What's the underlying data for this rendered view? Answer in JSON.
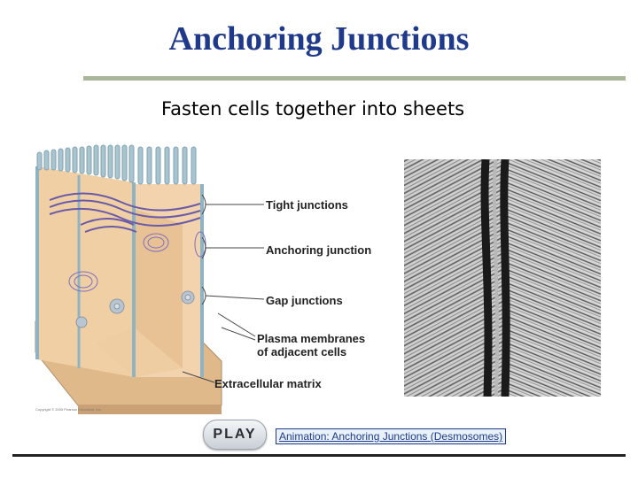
{
  "slide": {
    "title": "Anchoring Junctions",
    "subtitle": "Fasten cells together into sheets"
  },
  "figure": {
    "labels": {
      "tight": "Tight junctions",
      "anchoring": "Anchoring junction",
      "gap": "Gap junctions",
      "plasma_line1": "Plasma membranes",
      "plasma_line2": "of adjacent cells",
      "ecm": "Extracellular matrix"
    },
    "copyright": "Copyright © 2005 Pearson Education, Inc."
  },
  "controls": {
    "play_label": "PLAY",
    "animation_link": "Animation: Anchoring Junctions (Desmosomes)"
  },
  "colors": {
    "title": "#1f3a8a",
    "title_rule": "#a9b89a",
    "cell": "#f0cfa4",
    "membrane": "#8fb3c2",
    "junction": "#6a5aa8"
  }
}
